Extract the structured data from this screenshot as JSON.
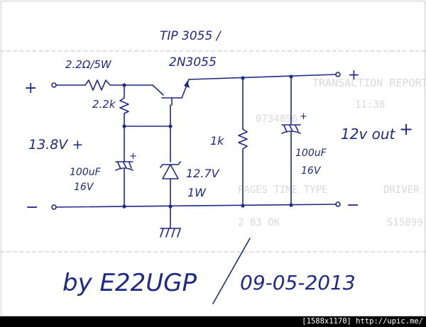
{
  "watermark": {
    "image_size": "[1588x1170]",
    "site": "http://upic.me/"
  },
  "ghost_text": {
    "line1": "TRANSACTION REPORT",
    "line2": "11:38",
    "line3": "0734896",
    "line4": "PAGES TIME TYPE",
    "line5": "2 03 OK",
    "line6": "DRIVER",
    "line7": "S15899"
  },
  "labels": {
    "transistor_line1": "TIP 3055 /",
    "transistor_line2": "2N3055",
    "resistor_series": "2.2Ω/5W",
    "resistor_bias": "2.2k",
    "input_plus": "+",
    "input_minus": "−",
    "input_voltage": "13.8V +",
    "cap_in_value": "100uF",
    "cap_in_voltage": "16V",
    "cap_polarity": "+",
    "zener_voltage": "12.7V",
    "zener_power": "1W",
    "resistor_load": "1k",
    "cap_out_value": "100uF",
    "cap_out_voltage": "16V",
    "output_plus": "+",
    "output_minus": "−",
    "output_label": "12v out",
    "output_label_plus": "+",
    "signature": "by E22UGP",
    "date": "09-05-2013"
  }
}
